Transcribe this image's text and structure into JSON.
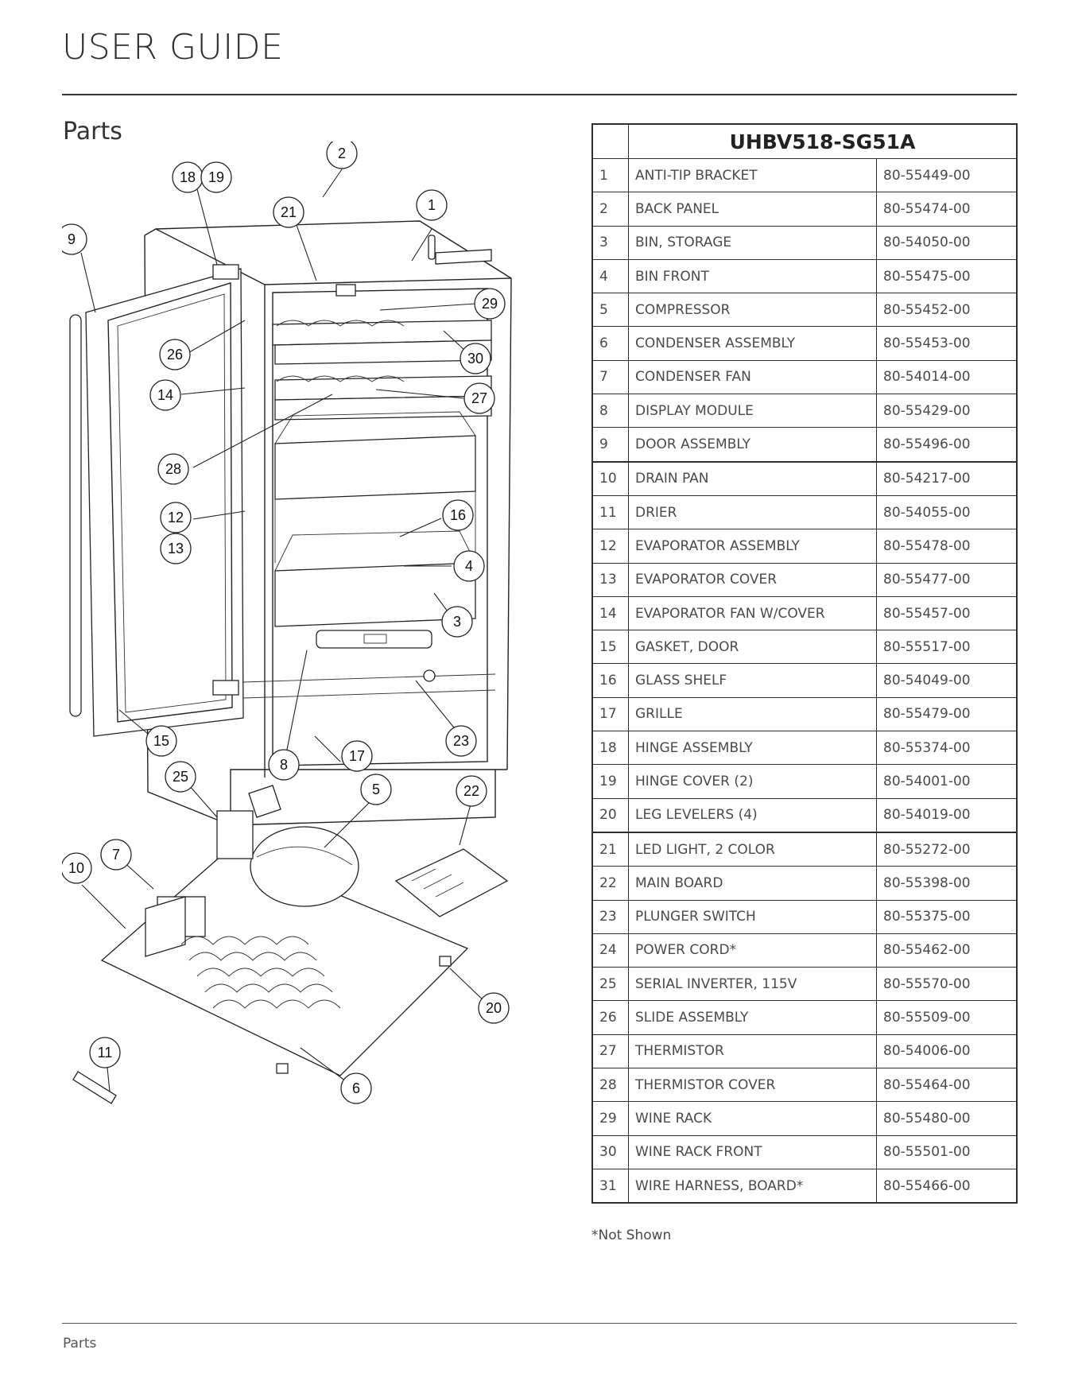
{
  "header": {
    "title": "USER GUIDE"
  },
  "section": {
    "title": "Parts"
  },
  "table": {
    "model": "UHBV518-SG51A",
    "rows": [
      {
        "num": "1",
        "part": "ANTI-TIP BRACKET",
        "code": "80-55449-00"
      },
      {
        "num": "2",
        "part": "BACK PANEL",
        "code": "80-55474-00"
      },
      {
        "num": "3",
        "part": "BIN, STORAGE",
        "code": "80-54050-00"
      },
      {
        "num": "4",
        "part": "BIN FRONT",
        "code": "80-55475-00"
      },
      {
        "num": "5",
        "part": "COMPRESSOR",
        "code": "80-55452-00"
      },
      {
        "num": "6",
        "part": "CONDENSER ASSEMBLY",
        "code": "80-55453-00"
      },
      {
        "num": "7",
        "part": "CONDENSER FAN",
        "code": "80-54014-00"
      },
      {
        "num": "8",
        "part": "DISPLAY MODULE",
        "code": "80-55429-00"
      },
      {
        "num": "9",
        "part": "DOOR ASSEMBLY",
        "code": "80-55496-00"
      },
      {
        "num": "10",
        "part": "DRAIN PAN",
        "code": "80-54217-00"
      },
      {
        "num": "11",
        "part": "DRIER",
        "code": "80-54055-00"
      },
      {
        "num": "12",
        "part": "EVAPORATOR ASSEMBLY",
        "code": "80-55478-00"
      },
      {
        "num": "13",
        "part": "EVAPORATOR COVER",
        "code": "80-55477-00"
      },
      {
        "num": "14",
        "part": "EVAPORATOR FAN W/COVER",
        "code": "80-55457-00"
      },
      {
        "num": "15",
        "part": "GASKET, DOOR",
        "code": "80-55517-00"
      },
      {
        "num": "16",
        "part": "GLASS SHELF",
        "code": "80-54049-00"
      },
      {
        "num": "17",
        "part": "GRILLE",
        "code": "80-55479-00"
      },
      {
        "num": "18",
        "part": "HINGE ASSEMBLY",
        "code": "80-55374-00"
      },
      {
        "num": "19",
        "part": "HINGE COVER (2)",
        "code": "80-54001-00"
      },
      {
        "num": "20",
        "part": "LEG LEVELERS (4)",
        "code": "80-54019-00"
      },
      {
        "num": "21",
        "part": "LED LIGHT, 2 COLOR",
        "code": "80-55272-00"
      },
      {
        "num": "22",
        "part": "MAIN BOARD",
        "code": "80-55398-00"
      },
      {
        "num": "23",
        "part": "PLUNGER SWITCH",
        "code": "80-55375-00"
      },
      {
        "num": "24",
        "part": "POWER CORD*",
        "code": "80-55462-00"
      },
      {
        "num": "25",
        "part": "SERIAL INVERTER, 115V",
        "code": "80-55570-00"
      },
      {
        "num": "26",
        "part": "SLIDE ASSEMBLY",
        "code": "80-55509-00"
      },
      {
        "num": "27",
        "part": "THERMISTOR",
        "code": "80-54006-00"
      },
      {
        "num": "28",
        "part": "THERMISTOR COVER",
        "code": "80-55464-00"
      },
      {
        "num": "29",
        "part": "WINE RACK",
        "code": "80-55480-00"
      },
      {
        "num": "30",
        "part": "WINE RACK FRONT",
        "code": "80-55501-00"
      },
      {
        "num": "31",
        "part": "WIRE HARNESS, BOARD*",
        "code": "80-55466-00"
      }
    ]
  },
  "diagram": {
    "callouts": [
      "1",
      "2",
      "3",
      "4",
      "5",
      "6",
      "7",
      "8",
      "9",
      "10",
      "11",
      "12",
      "13",
      "14",
      "15",
      "16",
      "17",
      "18",
      "19",
      "20",
      "21",
      "22",
      "23",
      "25",
      "26",
      "27",
      "28",
      "29",
      "30"
    ]
  },
  "footnote": "*Not Shown",
  "footer": {
    "text": "Parts"
  }
}
